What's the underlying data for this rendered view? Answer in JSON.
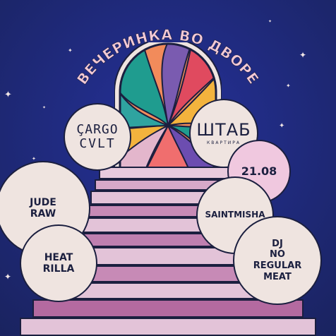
{
  "headline": "ВЕЧЕРИНКА ВО ДВОРЕ",
  "date": "21.08",
  "logos": {
    "cargo_line1": "ÇARGO",
    "cargo_line2": "CVLT",
    "shtab_title": "ШТАБ",
    "shtab_subtitle": "КВАРТИРА"
  },
  "artists": {
    "jude": "JUDE\nRAW",
    "saint": "SAINTMISHA",
    "heat": "HEAT\nRILLA",
    "dj": "DJ\nNO\nREGULAR\nMEAT"
  },
  "colors": {
    "background": "#1f2a78",
    "circle_fill": "#efe4e0",
    "ink": "#1b1f3f",
    "stairs_light": "#e3c3d8",
    "stairs_dark": "#b46aa0",
    "headline": "#f2c9d6"
  },
  "decor": {
    "star_glyph": "✦"
  }
}
